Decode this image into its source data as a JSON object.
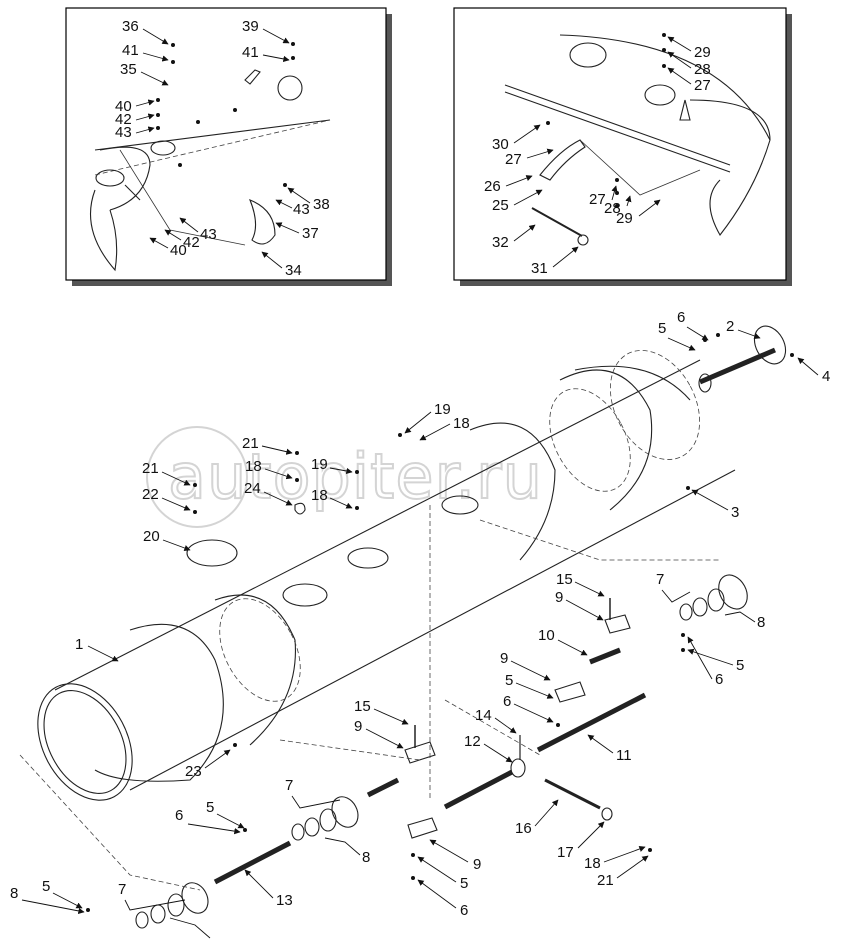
{
  "watermark": "autopiter.ru",
  "callouts": {
    "detail_left": [
      {
        "id": "c36",
        "text": "36"
      },
      {
        "id": "c41a",
        "text": "41"
      },
      {
        "id": "c35",
        "text": "35"
      },
      {
        "id": "c40a",
        "text": "40"
      },
      {
        "id": "c42a",
        "text": "42"
      },
      {
        "id": "c43a",
        "text": "43"
      },
      {
        "id": "c39",
        "text": "39"
      },
      {
        "id": "c41b",
        "text": "41"
      },
      {
        "id": "c38",
        "text": "38"
      },
      {
        "id": "c43b",
        "text": "43"
      },
      {
        "id": "c37",
        "text": "37"
      },
      {
        "id": "c34",
        "text": "34"
      },
      {
        "id": "c43c",
        "text": "43"
      },
      {
        "id": "c42b",
        "text": "42"
      },
      {
        "id": "c40b",
        "text": "40"
      }
    ],
    "detail_right": [
      {
        "id": "c29a",
        "text": "29"
      },
      {
        "id": "c28a",
        "text": "28"
      },
      {
        "id": "c27a",
        "text": "27"
      },
      {
        "id": "c30",
        "text": "30"
      },
      {
        "id": "c27b",
        "text": "27"
      },
      {
        "id": "c26",
        "text": "26"
      },
      {
        "id": "c25",
        "text": "25"
      },
      {
        "id": "c27c",
        "text": "27"
      },
      {
        "id": "c28b",
        "text": "28"
      },
      {
        "id": "c29b",
        "text": "29"
      },
      {
        "id": "c32",
        "text": "32"
      },
      {
        "id": "c31",
        "text": "31"
      }
    ],
    "main": [
      {
        "id": "m6a",
        "text": "6"
      },
      {
        "id": "m5a",
        "text": "5"
      },
      {
        "id": "m2",
        "text": "2"
      },
      {
        "id": "m4",
        "text": "4"
      },
      {
        "id": "m19a",
        "text": "19"
      },
      {
        "id": "m18a",
        "text": "18"
      },
      {
        "id": "m21a",
        "text": "21"
      },
      {
        "id": "m18b",
        "text": "18"
      },
      {
        "id": "m19b",
        "text": "19"
      },
      {
        "id": "m21b",
        "text": "21"
      },
      {
        "id": "m24",
        "text": "24"
      },
      {
        "id": "m18c",
        "text": "18"
      },
      {
        "id": "m22",
        "text": "22"
      },
      {
        "id": "m3",
        "text": "3"
      },
      {
        "id": "m20",
        "text": "20"
      },
      {
        "id": "m15a",
        "text": "15"
      },
      {
        "id": "m7a",
        "text": "7"
      },
      {
        "id": "m9a",
        "text": "9"
      },
      {
        "id": "m8a",
        "text": "8"
      },
      {
        "id": "m10",
        "text": "10"
      },
      {
        "id": "m1",
        "text": "1"
      },
      {
        "id": "m9b",
        "text": "9"
      },
      {
        "id": "m5b",
        "text": "5"
      },
      {
        "id": "m5c",
        "text": "5"
      },
      {
        "id": "m6b",
        "text": "6"
      },
      {
        "id": "m6c",
        "text": "6"
      },
      {
        "id": "m15b",
        "text": "15"
      },
      {
        "id": "m14",
        "text": "14"
      },
      {
        "id": "m9c",
        "text": "9"
      },
      {
        "id": "m12",
        "text": "12"
      },
      {
        "id": "m11",
        "text": "11"
      },
      {
        "id": "m23",
        "text": "23"
      },
      {
        "id": "m7b",
        "text": "7"
      },
      {
        "id": "m6d",
        "text": "6"
      },
      {
        "id": "m5d",
        "text": "5"
      },
      {
        "id": "m16",
        "text": "16"
      },
      {
        "id": "m8b",
        "text": "8"
      },
      {
        "id": "m9d",
        "text": "9"
      },
      {
        "id": "m17",
        "text": "17"
      },
      {
        "id": "m5e",
        "text": "5"
      },
      {
        "id": "m18d",
        "text": "18"
      },
      {
        "id": "m21c",
        "text": "21"
      },
      {
        "id": "m6e",
        "text": "6"
      },
      {
        "id": "m5f",
        "text": "5"
      },
      {
        "id": "m13",
        "text": "13"
      },
      {
        "id": "m7c",
        "text": "7"
      },
      {
        "id": "m8c",
        "text": "8"
      }
    ]
  }
}
